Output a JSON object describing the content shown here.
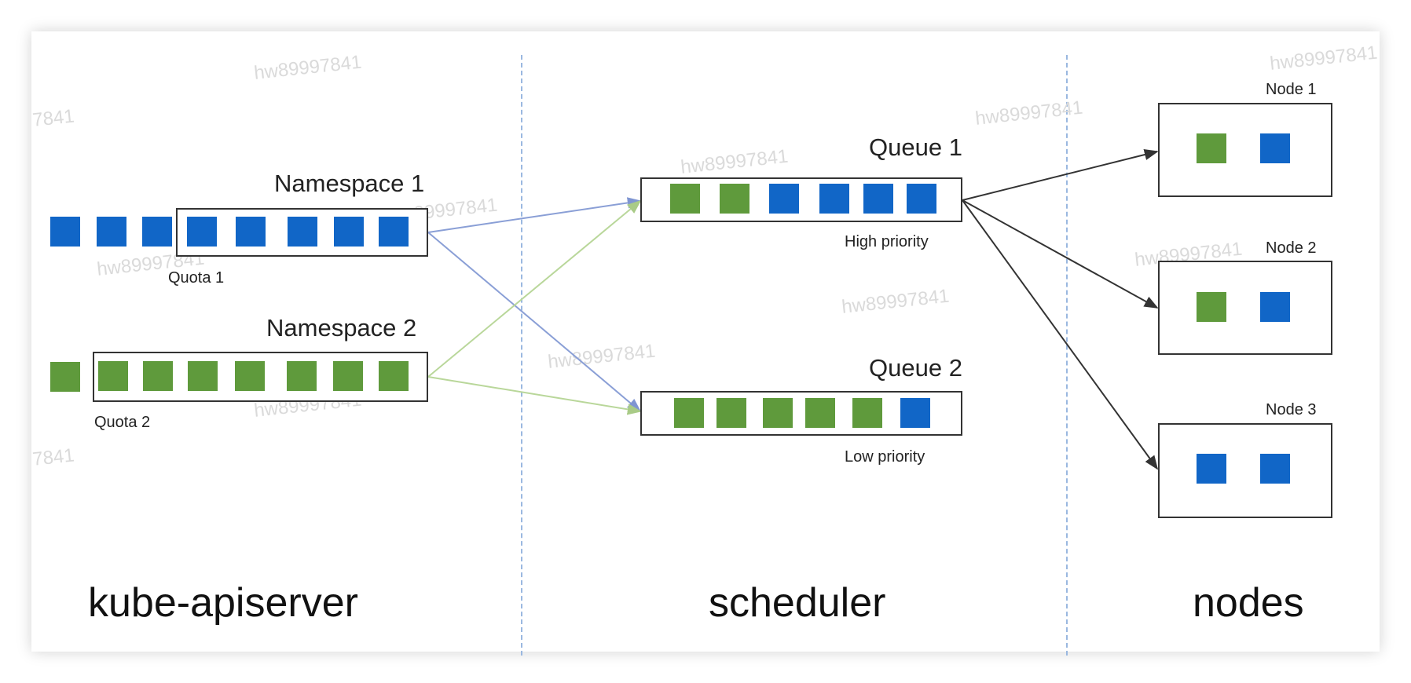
{
  "watermark": "hw89997841",
  "watermark_fragment": "7841",
  "namespaces": [
    {
      "title": "Namespace 1",
      "quota": "Quota 1"
    },
    {
      "title": "Namespace 2",
      "quota": "Quota 2"
    }
  ],
  "queues": [
    {
      "title": "Queue 1",
      "priority": "High priority"
    },
    {
      "title": "Queue 2",
      "priority": "Low priority"
    }
  ],
  "nodes": [
    {
      "title": "Node 1"
    },
    {
      "title": "Node 2"
    },
    {
      "title": "Node 3"
    }
  ],
  "sections": {
    "apiserver": "kube-apiserver",
    "scheduler": "scheduler",
    "nodes": "nodes"
  },
  "colors": {
    "blue_pod": "#1166c7",
    "green_pod": "#5f9a3c",
    "divider": "#9ab8e0",
    "blue_arrow": "#8a9fd6",
    "green_arrow": "#b9d79a",
    "dark_arrow": "#333333"
  }
}
